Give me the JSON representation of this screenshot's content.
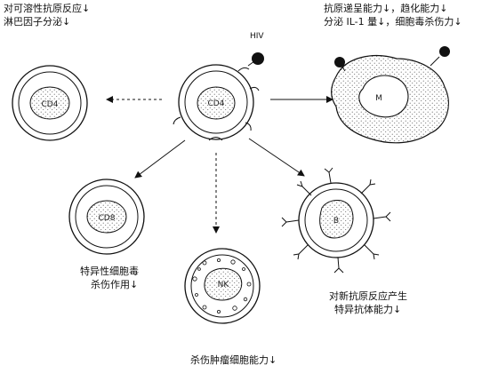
{
  "virus_label": "HIV",
  "cells": {
    "cd4_center": "CD4",
    "cd4_left": "CD4",
    "macrophage": "M",
    "cd8": "CD8",
    "nk": "NK",
    "b_cell": "B"
  },
  "effects": {
    "cd4_left": [
      "对可溶性抗原反应↓",
      "淋巴因子分泌↓"
    ],
    "macrophage": [
      "抗原递呈能力↓，趋化能力↓",
      "分泌 IL-1 量↓，细胞毒杀伤力↓"
    ],
    "cd8": [
      "特异性细胞毒",
      "杀伤作用↓"
    ],
    "nk": [
      "杀伤肿瘤细胞能力↓"
    ],
    "b_cell": [
      "对新抗原反应产生",
      "特异抗体能力↓"
    ]
  }
}
